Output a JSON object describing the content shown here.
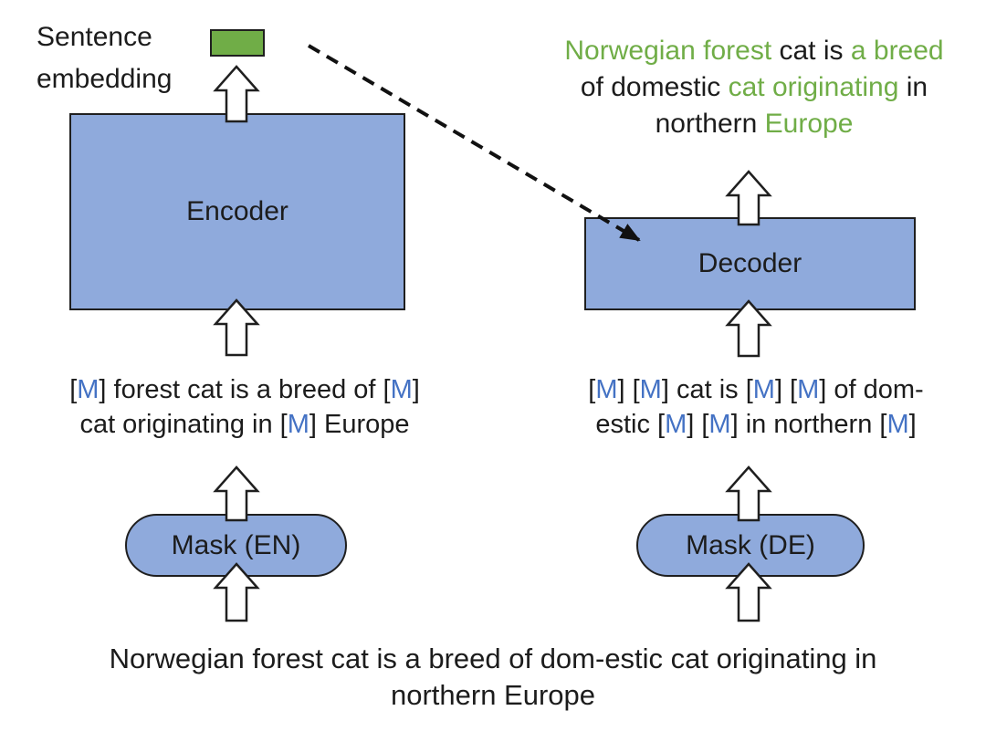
{
  "colors": {
    "green": "#70ad47",
    "blue": "#4472c4",
    "black": "#1c1c1c",
    "box_fill": "#8faadc",
    "box_border": "#1f1f1f",
    "background": "#ffffff"
  },
  "diagram": {
    "sentence_embedding_label": "Sentence embedding",
    "encoder_label": "Encoder",
    "decoder_label": "Decoder",
    "mask_en_label": "Mask (EN)",
    "mask_de_label": "Mask (DE)",
    "target_output_lines": [
      [
        {
          "t": "Norwegian forest ",
          "c": "green"
        },
        {
          "t": "cat is ",
          "c": "black"
        },
        {
          "t": "a breed",
          "c": "green"
        }
      ],
      [
        {
          "t": "of domestic ",
          "c": "black"
        },
        {
          "t": "cat originating",
          "c": "green"
        },
        {
          "t": " in",
          "c": "black"
        }
      ],
      [
        {
          "t": "northern ",
          "c": "black"
        },
        {
          "t": "Europe",
          "c": "green"
        }
      ]
    ],
    "masked_en_lines": [
      [
        {
          "t": "[",
          "c": "black"
        },
        {
          "t": "M",
          "c": "blue"
        },
        {
          "t": "] forest cat is a breed of [",
          "c": "black"
        },
        {
          "t": "M",
          "c": "blue"
        },
        {
          "t": "]",
          "c": "black"
        }
      ],
      [
        {
          "t": "cat originating in [",
          "c": "black"
        },
        {
          "t": "M",
          "c": "blue"
        },
        {
          "t": "] Europe",
          "c": "black"
        }
      ]
    ],
    "masked_de_lines": [
      [
        {
          "t": "[",
          "c": "black"
        },
        {
          "t": "M",
          "c": "blue"
        },
        {
          "t": "] [",
          "c": "black"
        },
        {
          "t": "M",
          "c": "blue"
        },
        {
          "t": "] cat is [",
          "c": "black"
        },
        {
          "t": "M",
          "c": "blue"
        },
        {
          "t": "] [",
          "c": "black"
        },
        {
          "t": "M",
          "c": "blue"
        },
        {
          "t": "] of dom-",
          "c": "black"
        }
      ],
      [
        {
          "t": "estic [",
          "c": "black"
        },
        {
          "t": "M",
          "c": "blue"
        },
        {
          "t": "] [",
          "c": "black"
        },
        {
          "t": "M",
          "c": "blue"
        },
        {
          "t": "] in northern [",
          "c": "black"
        },
        {
          "t": "M",
          "c": "blue"
        },
        {
          "t": "]",
          "c": "black"
        }
      ]
    ],
    "source_sentence_lines": [
      [
        {
          "t": "Norwegian forest cat is a breed of dom-estic cat originating in",
          "c": "black"
        }
      ],
      [
        {
          "t": "northern Europe",
          "c": "black"
        }
      ]
    ]
  }
}
